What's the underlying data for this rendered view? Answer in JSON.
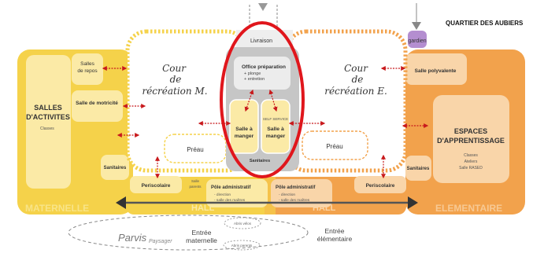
{
  "header": {
    "title": "QUARTIER DES AUBIERS",
    "gardien": "gardien",
    "livraison": "Livraison"
  },
  "maternelle": {
    "label": "MATERNELLE",
    "salles_activites": [
      "SALLES",
      "D'ACTIVITES"
    ],
    "classes": "Classes",
    "salles_repos": [
      "Salles",
      "de repos"
    ],
    "salle_motricite": "Salle de motricité",
    "sanitaires": "Sanitaires",
    "cour": [
      "Cour",
      "de",
      "récréation M."
    ],
    "preau": "Préau",
    "periscolaire": "Periscolaire",
    "salle_parents": [
      "Salle",
      "parents"
    ],
    "pole_admin": "Pôle administratif",
    "pole_items": [
      "- direction",
      "- salle des maîtres"
    ]
  },
  "restauration": {
    "office": "Office préparation",
    "office_items": [
      "+ plonge",
      "+ entretion"
    ],
    "salle_manger_m": [
      "Salle à",
      "manger"
    ],
    "self_service": "SELF SERVICE",
    "salle_manger_e": [
      "Salle à",
      "manger"
    ],
    "sanitaires": "Sanitaires"
  },
  "elementaire": {
    "label": "ELEMENTAIRE",
    "salle_polyvalente": "Salle polyvalente",
    "espaces": [
      "ESPACES",
      "D'APPRENTISSAGE"
    ],
    "espaces_items": [
      "Classes",
      "Ateliers",
      "Salle RASED"
    ],
    "sanitaires": "Sanitaires",
    "cour": [
      "Cour",
      "de",
      "récréation E."
    ],
    "preau": "Préau",
    "periscolaire": "Periscolaire",
    "pole_admin": "Pôle administratif",
    "pole_items": [
      "- direction",
      "- salle des maîtres"
    ]
  },
  "hall": "HALL",
  "parvis": {
    "label": "Parvis",
    "paysager": "Paysager",
    "abris_velos": "Abris vélos",
    "abris_parents": "Abris parents",
    "entree_maternelle": [
      "Entrée",
      "maternelle"
    ],
    "entree_elementaire": [
      "Entrée",
      "élémentaire"
    ]
  },
  "colors": {
    "maternelle": "#f5d24a",
    "maternelle_light": "#fbeaa6",
    "elementaire": "#f2a24c",
    "elementaire_light": "#f9d5a9",
    "restauration": "#c6c6c6",
    "highlight": "#e0161c",
    "arrow": "#c8191c"
  }
}
